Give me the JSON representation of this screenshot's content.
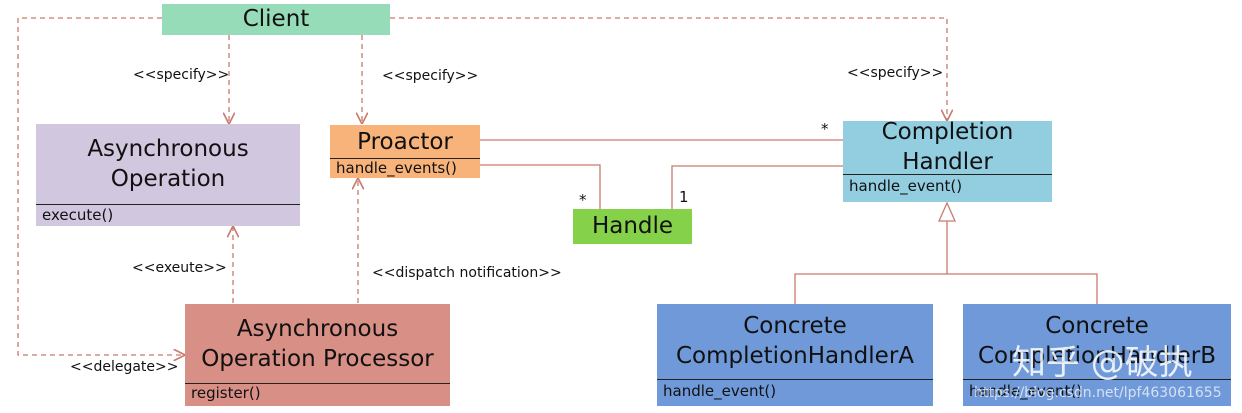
{
  "diagram": {
    "classes": {
      "client": {
        "name": "Client",
        "fill": "#97dcb8"
      },
      "async_op": {
        "name_line1": "Asynchronous",
        "name_line2": "Operation",
        "method": "execute()",
        "fill": "#d1c7df"
      },
      "proactor": {
        "name": "Proactor",
        "method": "handle_events()",
        "fill": "#f8b37b"
      },
      "handle": {
        "name": "Handle",
        "fill": "#86d14a"
      },
      "completion_handler": {
        "name_line1": "Completion",
        "name_line2": "Handler",
        "method": "handle_event()",
        "fill": "#92cde0"
      },
      "async_op_processor": {
        "name_line1": "Asynchronous",
        "name_line2": "Operation Processor",
        "method": "register()",
        "fill": "#d88f86"
      },
      "concrete_a": {
        "name_line1": "Concrete",
        "name_line2": "CompletionHandlerA",
        "method": "handle_event()",
        "fill": "#6f99d9"
      },
      "concrete_b": {
        "name_line1": "Concrete",
        "name_line2": "CompletionHandlerB",
        "method": "handle_event()",
        "fill": "#6f99d9"
      }
    },
    "labels": {
      "specify_async": "<<specify>>",
      "specify_proactor": "<<specify>>",
      "specify_completion": "<<specify>>",
      "exeute": "<<exeute>>",
      "dispatch": "<<dispatch notification>>",
      "delegate": "<<delegate>>"
    },
    "multiplicities": {
      "proactor_completion": "*",
      "proactor_handle": "*",
      "handle_completion": "1"
    },
    "line_color": "#c97b6e"
  },
  "watermark": {
    "text": "知乎 @破执",
    "url": "https://blog.csdn.net/lpf463061655"
  }
}
